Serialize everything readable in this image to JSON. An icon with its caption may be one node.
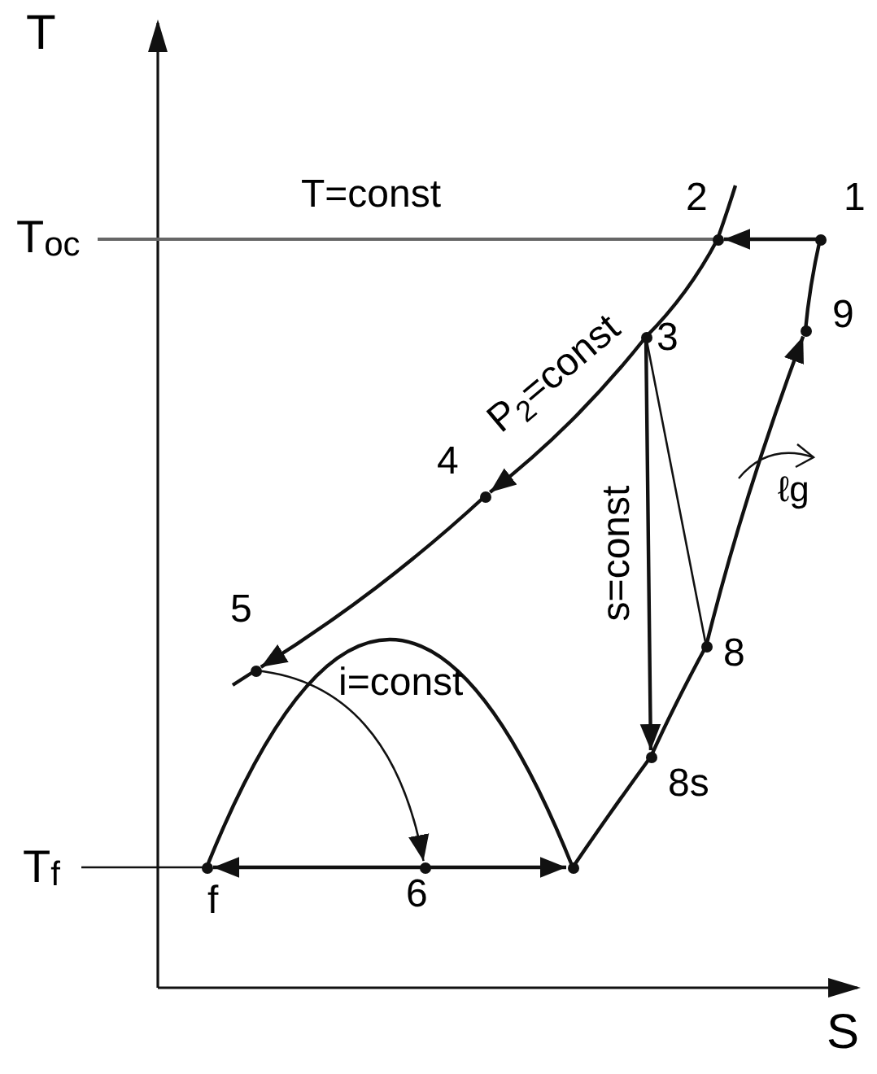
{
  "diagram": {
    "nodes": [
      {
        "text": [
          "2"
        ]
      },
      {
        "text": [
          "1"
        ]
      },
      {
        "text": [
          "3"
        ]
      },
      {
        "text": [
          "9"
        ]
      },
      {
        "text": [
          "4"
        ]
      },
      {
        "text": [
          "5"
        ]
      },
      {
        "text": [
          "8"
        ]
      },
      {
        "text": [
          "8s"
        ]
      },
      {
        "text": [
          "f"
        ]
      },
      {
        "text": [
          "6"
        ]
      },
      {
        "text": [],
        "shape": "circle"
      },
      {
        "text": [
          "T$_{oc}$"
        ]
      },
      {
        "text": [
          "T$_{f}$"
        ]
      }
    ],
    "edges": [
      {
        "from": 1,
        "to": 0,
        "arrow": "to"
      },
      {
        "from": 0,
        "to": 2,
        "arrow": "none"
      },
      {
        "from": 2,
        "to": 4,
        "arrow": "to"
      },
      {
        "from": 4,
        "to": 5,
        "arrow": "to"
      },
      {
        "from": 2,
        "to": 7,
        "arrow": "to"
      },
      {
        "from": 2,
        "to": 6,
        "arrow": "none"
      },
      {
        "from": 5,
        "to": 9,
        "arrow": "to"
      },
      {
        "from": 9,
        "to": 8,
        "arrow": "to"
      },
      {
        "from": 9,
        "to": 10,
        "arrow": "to"
      },
      {
        "from": 8,
        "to": 10,
        "arrow": "none"
      },
      {
        "from": 10,
        "to": 7,
        "arrow": "none"
      },
      {
        "from": 7,
        "to": 6,
        "arrow": "none"
      },
      {
        "from": 6,
        "to": 3,
        "arrow": "to"
      },
      {
        "from": 3,
        "to": 1,
        "arrow": "none"
      },
      {
        "from": 11,
        "to": 0,
        "arrow": "none",
        "label": "T=const",
        "color": "#666666"
      },
      {
        "from": 12,
        "to": 8,
        "arrow": "none"
      }
    ],
    "labels": [
      "T",
      "P$_{2}$=const",
      "ℓg",
      "s=const",
      "i=const",
      "S"
    ]
  }
}
